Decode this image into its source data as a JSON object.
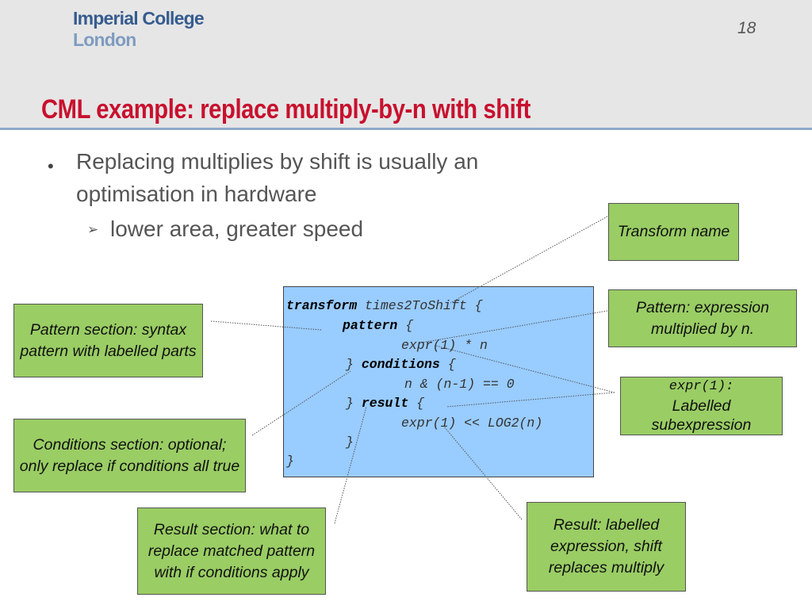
{
  "header": {
    "logo_line1": "Imperial College",
    "logo_line2": "London",
    "slide_number": "18"
  },
  "title": "CML example: replace multiply-by-n with shift",
  "bullet": {
    "text": "Replacing multiplies by shift is usually an optimisation in hardware",
    "sub_text": "lower area, greater speed"
  },
  "code": {
    "kw_transform": "transform",
    "name": " times2ToShift {",
    "kw_pattern": "pattern",
    "brace_open": " {",
    "pattern_expr": "expr(1) * n",
    "close_brace": "}",
    "kw_conditions": "conditions",
    "cond_expr": "n & (n-1) == 0",
    "kw_result": "result",
    "result_expr": "expr(1) << LOG2(n)",
    "close_inner": "}",
    "close_outer": "}"
  },
  "notes": {
    "transform_name": "Transform name",
    "pattern_expression": "Pattern: expression multiplied by n.",
    "labelled_code": "expr(1):",
    "labelled_text": "Labelled subexpression",
    "pattern_section": "Pattern section: syntax pattern with labelled parts",
    "conditions_section": "Conditions section: optional; only replace if conditions all true",
    "result_section": "Result section: what to replace matched pattern with if conditions apply",
    "result_labelled": "Result: labelled expression, shift replaces multiply"
  }
}
